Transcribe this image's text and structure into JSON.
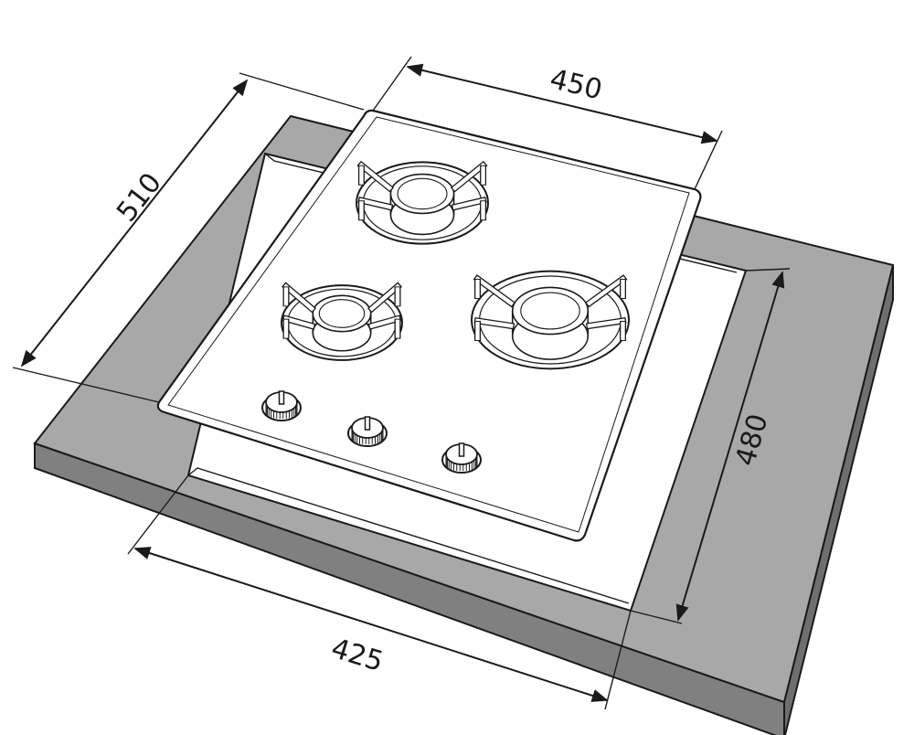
{
  "dimensions": {
    "width_top": "450",
    "depth_left": "510",
    "cutout_depth": "480",
    "cutout_width": "425"
  },
  "burners": [
    {
      "name": "burner-back"
    },
    {
      "name": "burner-left"
    },
    {
      "name": "burner-right"
    }
  ],
  "knobs": [
    {
      "name": "knob-1"
    },
    {
      "name": "knob-2"
    },
    {
      "name": "knob-3"
    }
  ],
  "colors": {
    "worktop_top": "#a8a8a8",
    "worktop_front": "#808080",
    "worktop_side": "#6f6f6f",
    "hob_glass": "#ffffff",
    "outline": "#1a1a1a"
  }
}
